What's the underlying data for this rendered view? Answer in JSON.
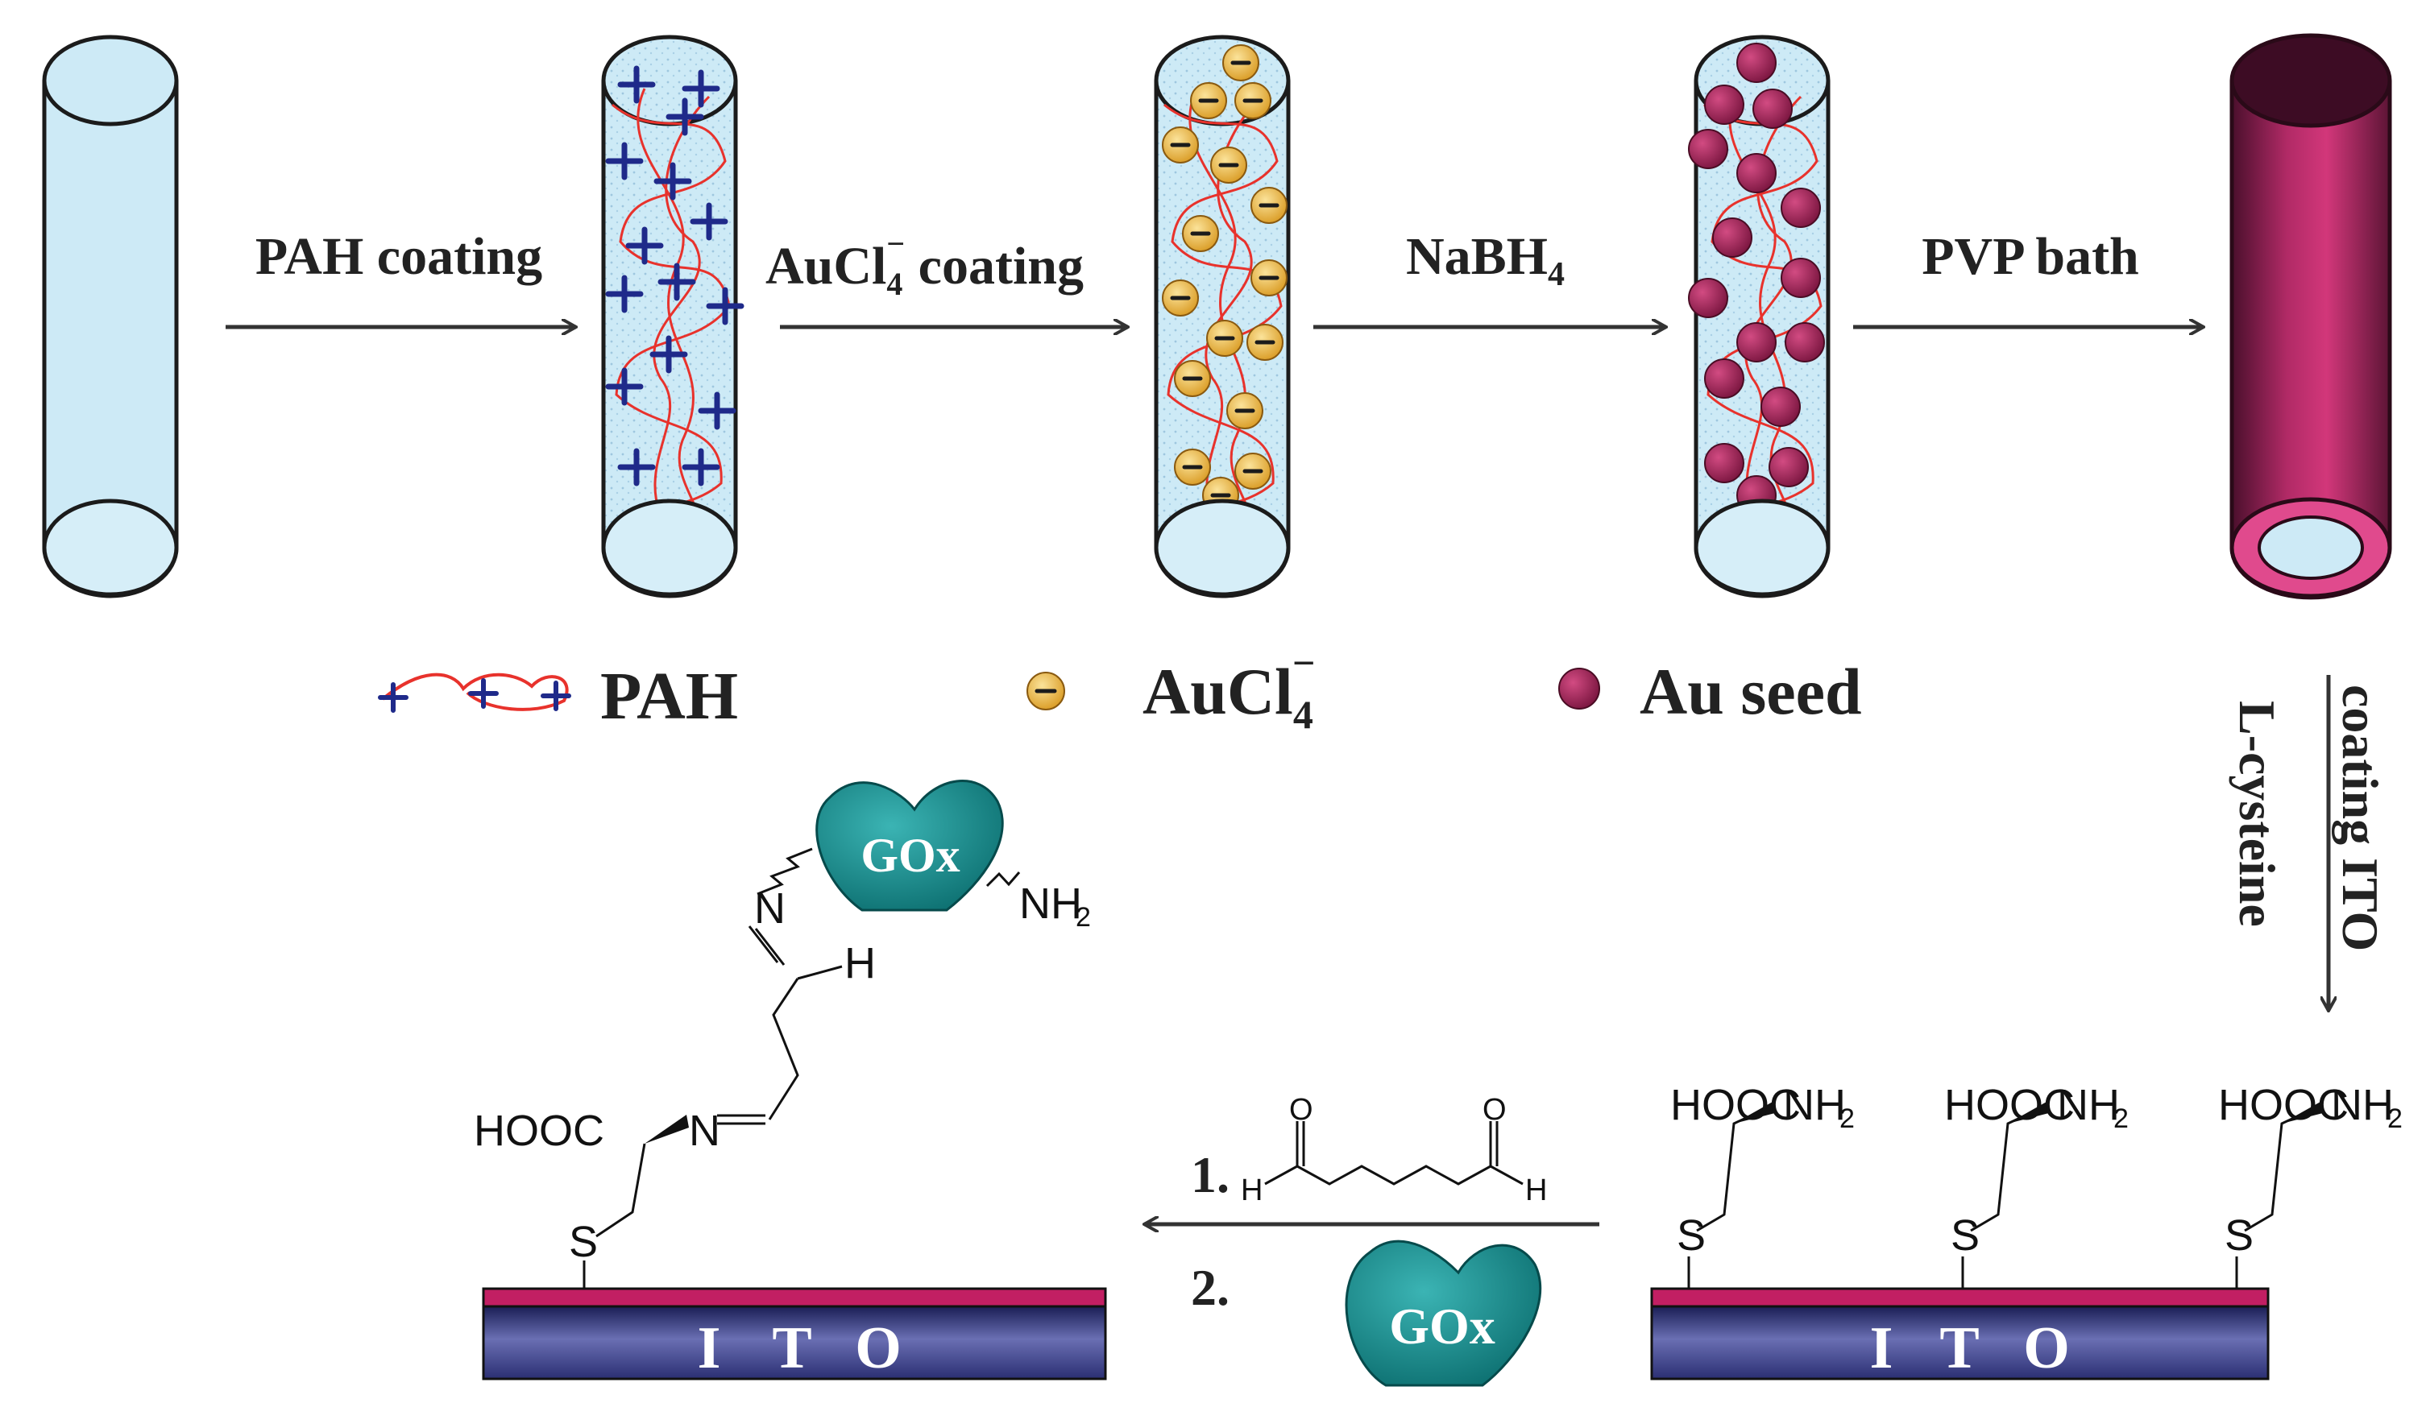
{
  "steps": {
    "pah_coating": "PAH coating",
    "aucl4_coating_main": "AuCl",
    "aucl4_coating_sub": "4",
    "aucl4_coating_sup": "−",
    "aucl4_coating_rest": " coating",
    "nabh4_main": "NaBH",
    "nabh4_sub": "4",
    "pvp_bath": "PVP bath",
    "ito_coating": "coating ITO",
    "l_cysteine": "L-cysteine",
    "step1_num": "1.",
    "step2_num": "2."
  },
  "legend": {
    "pah": "PAH",
    "aucl4_main": "AuCl",
    "aucl4_sub": "4",
    "aucl4_sup": "−",
    "au_seed": "Au seed"
  },
  "chemistry": {
    "hooc": "HOOC",
    "nh2_main": "NH",
    "nh2_sub": "2",
    "s": "S",
    "n": "N",
    "h": "H",
    "o": "O",
    "gox": "GOx"
  },
  "substrate": {
    "ito_letters": [
      "I",
      "T",
      "O"
    ]
  },
  "colors": {
    "fiber_blue": "#cdeaf6",
    "pah_red": "#e8322c",
    "pah_plus": "#1f2a8a",
    "aucl4_gold": "#e9b43a",
    "au_seed": "#a0234f",
    "tube_magenta": "#c2306e",
    "gox_teal": "#13898a",
    "ito_top": "#c21f63",
    "ito_base": "#2f3478"
  }
}
